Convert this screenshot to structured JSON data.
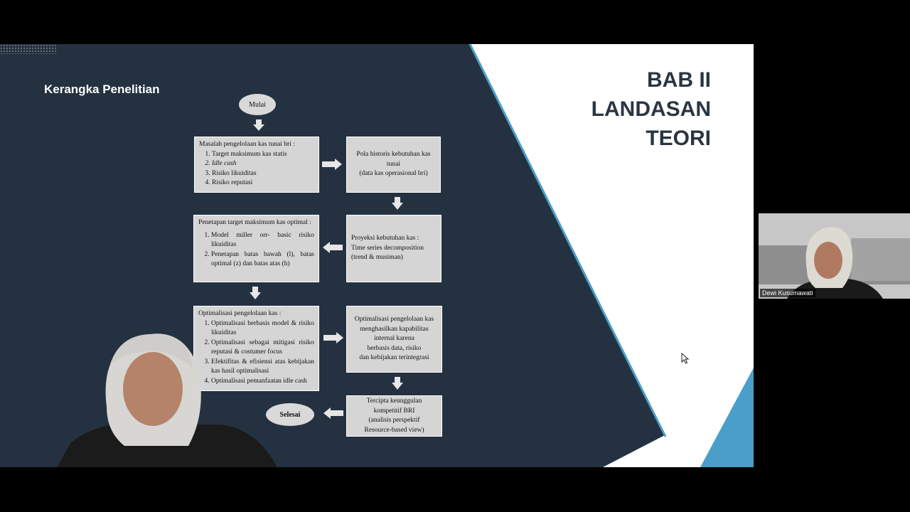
{
  "slide": {
    "heading": "Kerangka Penelitian",
    "bab_title_lines": [
      "BAB II",
      "LANDASAN",
      "TEORI"
    ]
  },
  "flowchart": {
    "start": "Mulai",
    "end": "Selesai",
    "box1": {
      "title": "Masalah pengelolaan  kas tunai bri :",
      "items": [
        "Target maksimum  kas statis",
        "Idle cash",
        "Risiko  likuiditas",
        "Risiko  reputasi"
      ]
    },
    "box2": {
      "lines": [
        "Pola historis  kebutuhan kas",
        "tunai",
        "(data kas operasional  bri)"
      ]
    },
    "box3": {
      "lines": [
        "Proyeksi kebutuhan kas :",
        "Time  series  decomposition",
        "(trend & musiman)"
      ]
    },
    "box4": {
      "title": "Penetapan target maksimum  kas optimal :",
      "items": [
        "Model  miller  orr-  basic  risiko likuiditas",
        "Penetapan  batas bawah  (l),  batas optimal  (z)  dan batas atas (h)"
      ]
    },
    "box5": {
      "title": "Optimalisasi  pengelolaan kas :",
      "items": [
        "Optimalisasi  berbasis model  & risiko likuiditas",
        "Optimalisasi  sebagai mitigasi  risiko reputasi  & costumer  focus",
        "Efektifitas  &  efisiensi  atas kebijakan kas hasil optimalisasi",
        "Optimalisasi  pemanfaatan  idle cash"
      ]
    },
    "box6": {
      "lines": [
        "Optimalisasi  pengelolaan kas",
        "menghasilkan  kapabilitas",
        "internal  karena",
        "berbasis data, risiko",
        "dan kebijakan terintegrasi"
      ]
    },
    "box7": {
      "lines": [
        "Tercipta  keunggulan",
        "kompetitif  BRI",
        "(analisis  perspektif",
        "Resource-based view)"
      ]
    }
  },
  "participant": {
    "name": "Dewi Kusumawati"
  },
  "colors": {
    "slide_dark": "#243140",
    "accent_blue": "#4a9ec9",
    "box_fill": "#d5d5d5"
  }
}
